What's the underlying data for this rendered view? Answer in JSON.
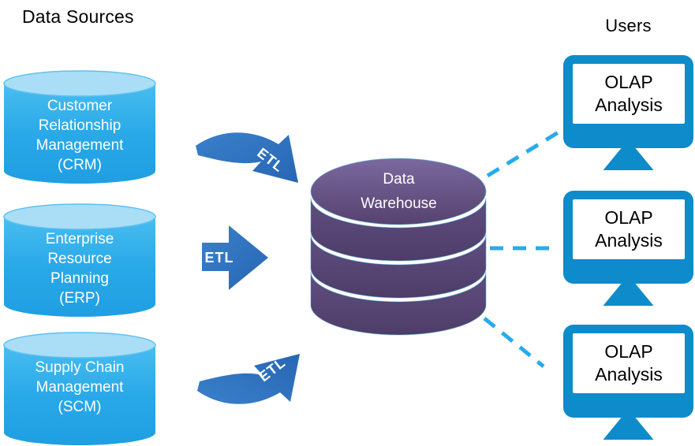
{
  "diagram": {
    "titles": {
      "left": "Data Sources",
      "right": "Users"
    },
    "data_sources": [
      {
        "id": "crm",
        "lines": [
          "Customer",
          "Relationship",
          "Management",
          "(CRM)"
        ]
      },
      {
        "id": "erp",
        "lines": [
          "Enterprise",
          "Resource",
          "Planning",
          "(ERP)"
        ]
      },
      {
        "id": "scm",
        "lines": [
          "Supply Chain",
          "Management",
          "(SCM)"
        ]
      }
    ],
    "etl_arrows": [
      {
        "label": "ETL",
        "direction": "curve-down-right"
      },
      {
        "label": "ETL",
        "direction": "straight-right"
      },
      {
        "label": "ETL",
        "direction": "curve-up-right"
      }
    ],
    "warehouse": {
      "lines": [
        "Data",
        "Warehouse"
      ]
    },
    "users": [
      {
        "lines": [
          "OLAP",
          "Analysis"
        ]
      },
      {
        "lines": [
          "OLAP",
          "Analysis"
        ]
      },
      {
        "lines": [
          "OLAP",
          "Analysis"
        ]
      }
    ],
    "colors": {
      "source_cylinder": "#29abe9",
      "source_cylinder_top": "#a9def6",
      "etl_arrow": "#2d73c1",
      "warehouse_band": "#554372",
      "warehouse_top": "#6a5889",
      "monitor_blue": "#0e8bca",
      "dashed_line": "#29abe9",
      "diagram_text_light": "#ffffff",
      "diagram_text_dark": "#000000"
    }
  }
}
